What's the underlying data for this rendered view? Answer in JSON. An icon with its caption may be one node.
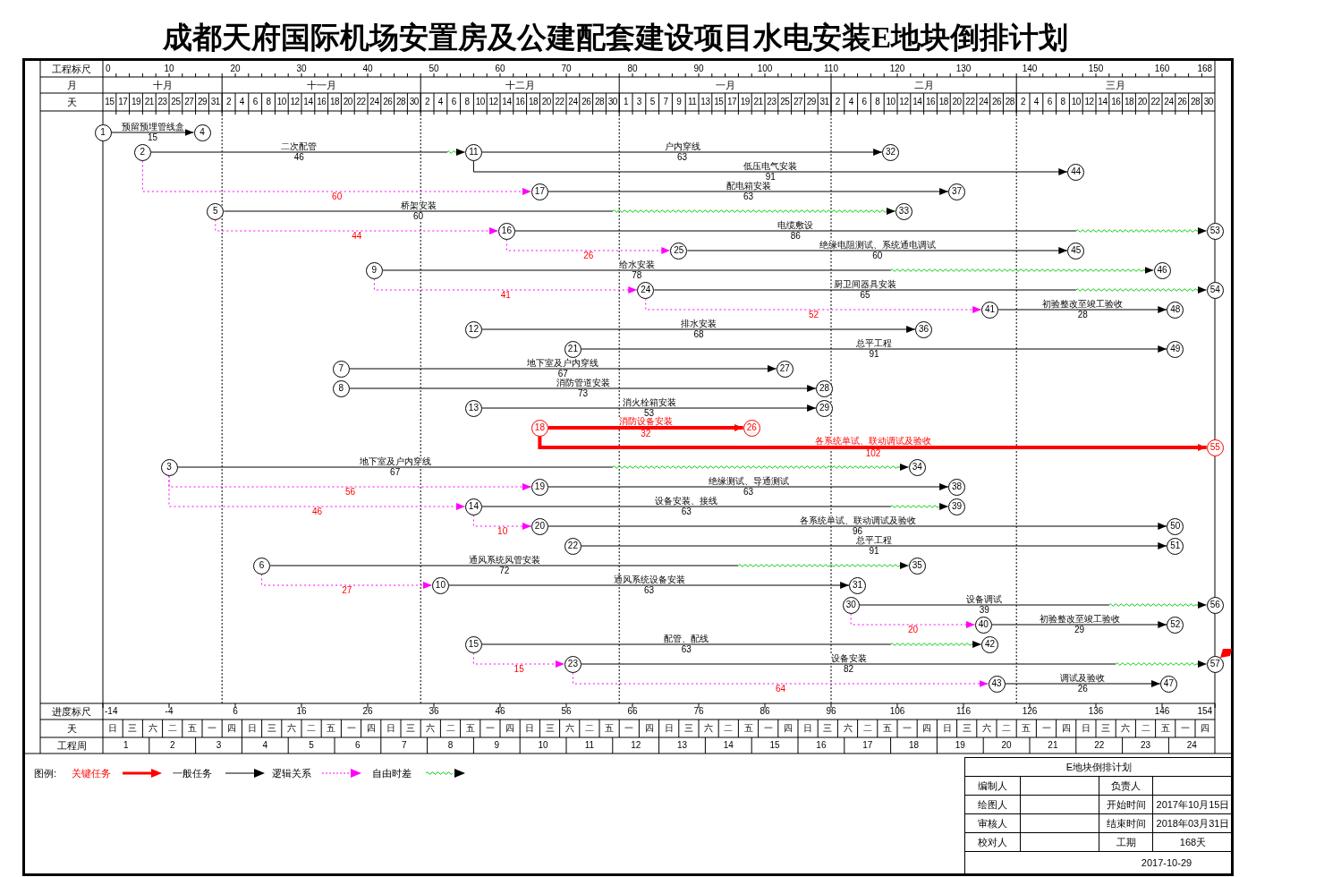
{
  "diagram": {
    "title": "成都天府国际机场安置房及公建配套建设项目水电安装E地块倒排计划",
    "nodes": [
      {
        "text": [
          "1"
        ]
      },
      {
        "text": [
          "2"
        ]
      },
      {
        "text": [
          "3"
        ]
      },
      {
        "text": [
          "4"
        ]
      },
      {
        "text": [
          "5"
        ]
      },
      {
        "text": [
          "6"
        ]
      },
      {
        "text": [
          "7"
        ]
      },
      {
        "text": [
          "8"
        ]
      },
      {
        "text": [
          "9"
        ]
      },
      {
        "text": [
          "10"
        ]
      },
      {
        "text": [
          "11"
        ]
      },
      {
        "text": [
          "12"
        ]
      },
      {
        "text": [
          "13"
        ]
      },
      {
        "text": [
          "14"
        ]
      },
      {
        "text": [
          "15"
        ]
      },
      {
        "text": [
          "16"
        ]
      },
      {
        "text": [
          "17"
        ]
      },
      {
        "text": [
          "18"
        ]
      },
      {
        "text": [
          "19"
        ]
      },
      {
        "text": [
          "20"
        ]
      },
      {
        "text": [
          "21"
        ]
      },
      {
        "text": [
          "22"
        ]
      },
      {
        "text": [
          "23"
        ]
      },
      {
        "text": [
          "24"
        ]
      },
      {
        "text": [
          "25"
        ]
      },
      {
        "text": [
          "26"
        ]
      },
      {
        "text": [
          "27"
        ]
      },
      {
        "text": [
          "28"
        ]
      },
      {
        "text": [
          "29"
        ]
      },
      {
        "text": [
          "30"
        ]
      },
      {
        "text": [
          "31"
        ]
      },
      {
        "text": [
          "32"
        ]
      },
      {
        "text": [
          "33"
        ]
      },
      {
        "text": [
          "34"
        ]
      },
      {
        "text": [
          "35"
        ]
      },
      {
        "text": [
          "36"
        ]
      },
      {
        "text": [
          "37"
        ]
      },
      {
        "text": [
          "38"
        ]
      },
      {
        "text": [
          "39"
        ]
      },
      {
        "text": [
          "40"
        ]
      },
      {
        "text": [
          "41"
        ]
      },
      {
        "text": [
          "42"
        ]
      },
      {
        "text": [
          "43"
        ]
      },
      {
        "text": [
          "44"
        ]
      },
      {
        "text": [
          "45"
        ]
      },
      {
        "text": [
          "46"
        ]
      },
      {
        "text": [
          "47"
        ]
      },
      {
        "text": [
          "48"
        ]
      },
      {
        "text": [
          "49"
        ]
      },
      {
        "text": [
          "50"
        ]
      },
      {
        "text": [
          "51"
        ]
      },
      {
        "text": [
          "52"
        ]
      },
      {
        "text": [
          "53"
        ]
      },
      {
        "text": [
          "54"
        ]
      },
      {
        "text": [
          "55"
        ]
      },
      {
        "text": [
          "56"
        ]
      },
      {
        "text": [
          "57"
        ]
      }
    ],
    "edges": [
      {
        "from": 0,
        "to": 3,
        "arrow": "to",
        "label": "预留预埋管线盒"
      },
      {
        "from": 1,
        "to": 10,
        "arrow": "to",
        "label": "二次配管"
      },
      {
        "from": 1,
        "to": 16,
        "arrow": "to",
        "label": "60",
        "style": "dashed",
        "color": "#ff00ff"
      },
      {
        "from": 10,
        "to": 31,
        "arrow": "to",
        "label": "户内穿线"
      },
      {
        "from": 10,
        "to": 43,
        "arrow": "to",
        "label": "低压电气安装"
      },
      {
        "from": 16,
        "to": 36,
        "arrow": "to",
        "label": "配电箱安装"
      },
      {
        "from": 4,
        "to": 32,
        "arrow": "to",
        "label": "桥架安装"
      },
      {
        "from": 4,
        "to": 15,
        "arrow": "to",
        "label": "44",
        "style": "dashed",
        "color": "#ff00ff"
      },
      {
        "from": 15,
        "to": 52,
        "arrow": "to",
        "label": "电缆敷设"
      },
      {
        "from": 15,
        "to": 24,
        "arrow": "to",
        "label": "26",
        "style": "dashed",
        "color": "#ff00ff"
      },
      {
        "from": 24,
        "to": 44,
        "arrow": "to",
        "label": "绝缘电阻测试、系统通电调试"
      },
      {
        "from": 8,
        "to": 45,
        "arrow": "to",
        "label": "给水安装"
      },
      {
        "from": 8,
        "to": 23,
        "arrow": "to",
        "label": "41",
        "style": "dashed",
        "color": "#ff00ff"
      },
      {
        "from": 23,
        "to": 53,
        "arrow": "to",
        "label": "厨卫间器具安装"
      },
      {
        "from": 23,
        "to": 40,
        "arrow": "to",
        "label": "52",
        "style": "dashed",
        "color": "#ff00ff"
      },
      {
        "from": 40,
        "to": 47,
        "arrow": "to",
        "label": "初验整改至竣工验收"
      },
      {
        "from": 11,
        "to": 35,
        "arrow": "to",
        "label": "排水安装"
      },
      {
        "from": 20,
        "to": 48,
        "arrow": "to",
        "label": "总平工程"
      },
      {
        "from": 6,
        "to": 26,
        "arrow": "to",
        "label": "地下室及户内穿线"
      },
      {
        "from": 7,
        "to": 27,
        "arrow": "to",
        "label": "消防管道安装"
      },
      {
        "from": 12,
        "to": 28,
        "arrow": "to",
        "label": "消火栓箱安装"
      },
      {
        "from": 17,
        "to": 25,
        "arrow": "to",
        "label": "消防设备安装",
        "style": "thick",
        "color": "#ff0000"
      },
      {
        "from": 17,
        "to": 54,
        "arrow": "to",
        "label": "各系统单试、联动调试及验收",
        "style": "thick",
        "color": "#ff0000"
      },
      {
        "from": 2,
        "to": 33,
        "arrow": "to",
        "label": "地下室及户内穿线"
      },
      {
        "from": 2,
        "to": 18,
        "arrow": "to",
        "label": "56",
        "style": "dashed",
        "color": "#ff00ff"
      },
      {
        "from": 2,
        "to": 13,
        "arrow": "to",
        "label": "46",
        "style": "dashed",
        "color": "#ff00ff"
      },
      {
        "from": 18,
        "to": 37,
        "arrow": "to",
        "label": "绝缘测试、导通测试"
      },
      {
        "from": 13,
        "to": 38,
        "arrow": "to",
        "label": "设备安装、接线"
      },
      {
        "from": 13,
        "to": 19,
        "arrow": "to",
        "label": "10",
        "style": "dashed",
        "color": "#ff00ff"
      },
      {
        "from": 19,
        "to": 49,
        "arrow": "to",
        "label": "各系统单试、联动调试及验收"
      },
      {
        "from": 21,
        "to": 50,
        "arrow": "to",
        "label": "总平工程"
      },
      {
        "from": 5,
        "to": 34,
        "arrow": "to",
        "label": "通风系统风管安装"
      },
      {
        "from": 5,
        "to": 9,
        "arrow": "to",
        "label": "27",
        "style": "dashed",
        "color": "#ff00ff"
      },
      {
        "from": 9,
        "to": 30,
        "arrow": "to",
        "label": "通风系统设备安装"
      },
      {
        "from": 29,
        "to": 55,
        "arrow": "to",
        "label": "设备调试"
      },
      {
        "from": 29,
        "to": 39,
        "arrow": "to",
        "label": "20",
        "style": "dashed",
        "color": "#ff00ff"
      },
      {
        "from": 39,
        "to": 51,
        "arrow": "to",
        "label": "初验整改至竣工验收"
      },
      {
        "from": 14,
        "to": 41,
        "arrow": "to",
        "label": "配管、配线"
      },
      {
        "from": 14,
        "to": 22,
        "arrow": "to",
        "label": "15",
        "style": "dashed",
        "color": "#ff00ff"
      },
      {
        "from": 22,
        "to": 56,
        "arrow": "to",
        "label": "设备安装"
      },
      {
        "from": 22,
        "to": 42,
        "arrow": "to",
        "label": "64",
        "style": "dashed",
        "color": "#ff00ff"
      },
      {
        "from": 42,
        "to": 46,
        "arrow": "to",
        "label": "调试及验收"
      }
    ],
    "labels": [
      "工程标尺",
      "0",
      "10",
      "20",
      "30",
      "40",
      "50",
      "60",
      "70",
      "80",
      "90",
      "100",
      "110",
      "120",
      "130",
      "140",
      "150",
      "160",
      "168",
      "月",
      "十月",
      "十一月",
      "十二月",
      "一月",
      "二月",
      "三月",
      "天",
      "15",
      "17",
      "19",
      "21",
      "23",
      "25",
      "27",
      "29",
      "31",
      "2",
      "4",
      "6",
      "8",
      "10",
      "12",
      "14",
      "16",
      "18",
      "20",
      "22",
      "24",
      "26",
      "28",
      "30",
      "2",
      "4",
      "6",
      "8",
      "10",
      "12",
      "14",
      "16",
      "18",
      "20",
      "22",
      "24",
      "26",
      "28",
      "30",
      "1",
      "3",
      "5",
      "7",
      "9",
      "11",
      "13",
      "15",
      "17",
      "19",
      "21",
      "23",
      "25",
      "27",
      "29",
      "31",
      "2",
      "4",
      "6",
      "8",
      "10",
      "12",
      "14",
      "16",
      "18",
      "20",
      "22",
      "24",
      "26",
      "28",
      "2",
      "4",
      "6",
      "8",
      "10",
      "12",
      "14",
      "16",
      "18",
      "20",
      "22",
      "24",
      "26",
      "28",
      "30",
      "进度标尺",
      "-14",
      "-4",
      "6",
      "16",
      "26",
      "36",
      "46",
      "56",
      "66",
      "76",
      "86",
      "96",
      "106",
      "116",
      "126",
      "136",
      "146",
      "154",
      "天",
      "日",
      "三",
      "六",
      "二",
      "五",
      "一",
      "四",
      "日",
      "三",
      "六",
      "二",
      "五",
      "一",
      "四",
      "日",
      "三",
      "六",
      "二",
      "五",
      "一",
      "四",
      "日",
      "三",
      "六",
      "二",
      "五",
      "一",
      "四",
      "日",
      "三",
      "六",
      "二",
      "五",
      "一",
      "四",
      "日",
      "三",
      "六",
      "二",
      "五",
      "一",
      "四",
      "日",
      "三",
      "六",
      "二",
      "五",
      "一",
      "四",
      "日",
      "三",
      "六",
      "二",
      "五",
      "一",
      "四",
      "工程周",
      "1",
      "2",
      "3",
      "4",
      "5",
      "6",
      "7",
      "8",
      "9",
      "10",
      "11",
      "12",
      "13",
      "14",
      "15",
      "16",
      "17",
      "18",
      "19",
      "20",
      "21",
      "22",
      "23",
      "24",
      "图例:",
      "E地块倒排计划",
      "编制人",
      "负责人",
      "绘图人",
      "开始时间",
      "2017年10月15日",
      "审核人",
      "结束时间",
      "2018年03月31日",
      "校对人",
      "工期",
      "168天",
      "2017-10-29",
      "15",
      "46",
      "63",
      "91",
      "63",
      "60",
      "86",
      "60",
      "78",
      "65",
      "28",
      "68",
      "91",
      "67",
      "73",
      "53",
      "32",
      "102",
      "67",
      "63",
      "63",
      "96",
      "91",
      "72",
      "63",
      "39",
      "29",
      "63",
      "82",
      "26"
    ],
    "legend": [
      {
        "text": "关键任务"
      },
      {
        "text": "一般任务"
      },
      {
        "text": "逻辑关系"
      },
      {
        "text": "自由时差"
      }
    ]
  }
}
